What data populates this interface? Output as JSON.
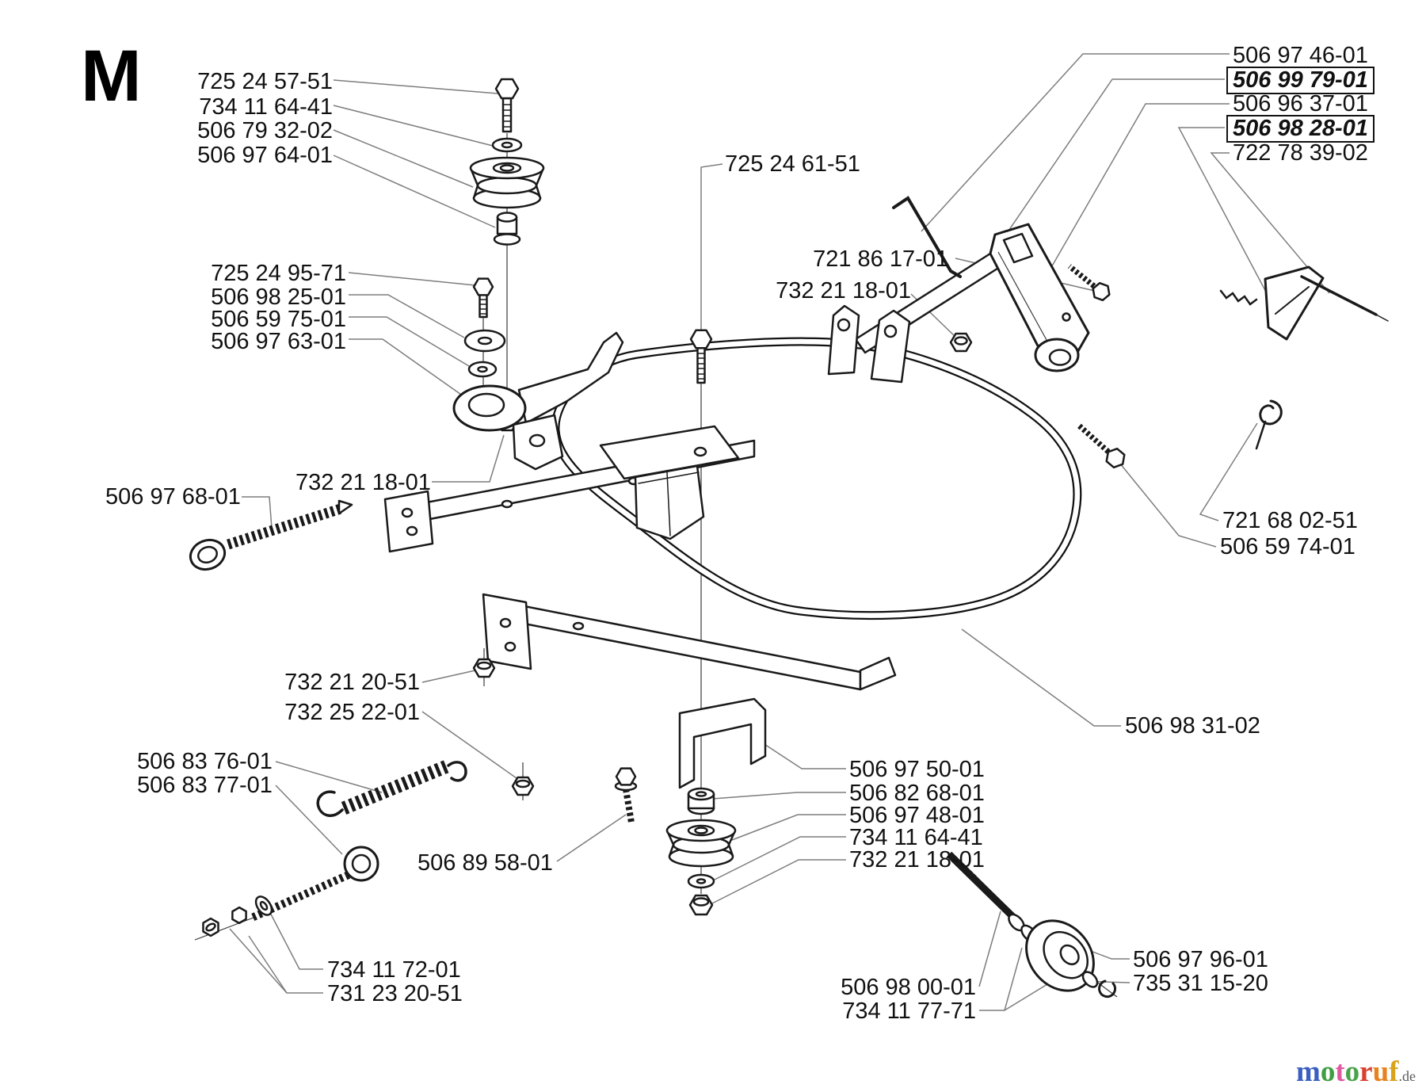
{
  "diagram": {
    "section_letter": "M"
  },
  "colors": {
    "ink": "#1a1a1a",
    "leader_line": "#7d7d7d",
    "background": "#ffffff"
  },
  "part_labels": [
    {
      "text": "725 24 57-51",
      "emphasized": false
    },
    {
      "text": "734 11 64-41",
      "emphasized": false
    },
    {
      "text": "506 79 32-02",
      "emphasized": false
    },
    {
      "text": "506 97 64-01",
      "emphasized": false
    },
    {
      "text": "725 24 61-51",
      "emphasized": false
    },
    {
      "text": "506 97 46-01",
      "emphasized": false
    },
    {
      "text": "506 99 79-01",
      "emphasized": true
    },
    {
      "text": "506 96 37-01",
      "emphasized": false
    },
    {
      "text": "506 98 28-01",
      "emphasized": true
    },
    {
      "text": "722 78 39-02",
      "emphasized": false
    },
    {
      "text": "725 24 95-71",
      "emphasized": false
    },
    {
      "text": "506 98 25-01",
      "emphasized": false
    },
    {
      "text": "506 59 75-01",
      "emphasized": false
    },
    {
      "text": "506 97 63-01",
      "emphasized": false
    },
    {
      "text": "721 86 17-01",
      "emphasized": false
    },
    {
      "text": "732 21 18-01",
      "emphasized": false
    },
    {
      "text": "732 21 18-01",
      "emphasized": false
    },
    {
      "text": "506 97 68-01",
      "emphasized": false
    },
    {
      "text": "721 68 02-51",
      "emphasized": false
    },
    {
      "text": "506 59 74-01",
      "emphasized": false
    },
    {
      "text": "732 21 20-51",
      "emphasized": false
    },
    {
      "text": "732 25 22-01",
      "emphasized": false
    },
    {
      "text": "506 98 31-02",
      "emphasized": false
    },
    {
      "text": "506 83 76-01",
      "emphasized": false
    },
    {
      "text": "506 83 77-01",
      "emphasized": false
    },
    {
      "text": "506 89 58-01",
      "emphasized": false
    },
    {
      "text": "506 97 50-01",
      "emphasized": false
    },
    {
      "text": "506 82 68-01",
      "emphasized": false
    },
    {
      "text": "506 97 48-01",
      "emphasized": false
    },
    {
      "text": "734 11 64-41",
      "emphasized": false
    },
    {
      "text": "732 21 18-01",
      "emphasized": false
    },
    {
      "text": "734 11 72-01",
      "emphasized": false
    },
    {
      "text": "731 23 20-51",
      "emphasized": false
    },
    {
      "text": "506 98 00-01",
      "emphasized": false
    },
    {
      "text": "734 11 77-71",
      "emphasized": false
    },
    {
      "text": "506 97 96-01",
      "emphasized": false
    },
    {
      "text": "735 31 15-20",
      "emphasized": false
    }
  ],
  "watermark": {
    "letters": [
      {
        "ch": "m",
        "color": "#3a5fc0"
      },
      {
        "ch": "o",
        "color": "#3f9e42"
      },
      {
        "ch": "t",
        "color": "#e058a0"
      },
      {
        "ch": "o",
        "color": "#4aa34a"
      },
      {
        "ch": "r",
        "color": "#d8402f"
      },
      {
        "ch": "u",
        "color": "#e8821e"
      },
      {
        "ch": "f",
        "color": "#d9a31b"
      }
    ],
    "suffix": {
      "text": ".de",
      "color": "#5a5a5a"
    }
  }
}
